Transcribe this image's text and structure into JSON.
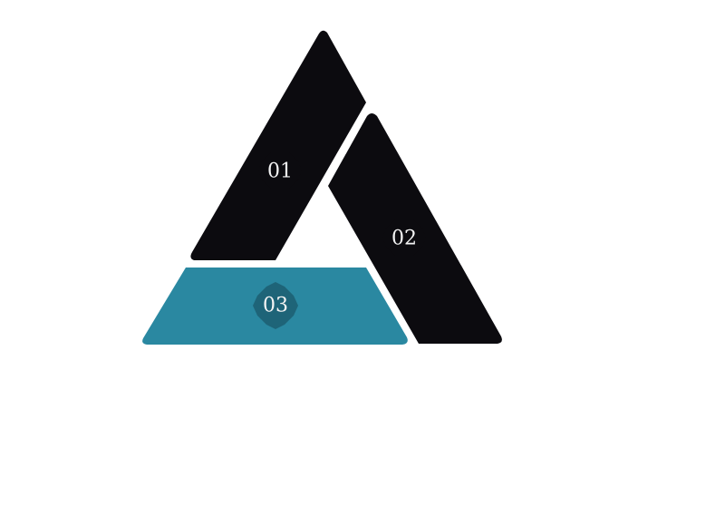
{
  "diagram": {
    "segments": [
      {
        "id": "01",
        "label": "01",
        "fill": "#0c0b0f",
        "badge_fill": "#0c0b0f"
      },
      {
        "id": "02",
        "label": "02",
        "fill": "#0c0b0f",
        "badge_fill": "#0c0b0f"
      },
      {
        "id": "03",
        "label": "03",
        "fill": "#2a88a1",
        "badge_fill": "#1e6478"
      }
    ],
    "label_color": "#f4f4f4",
    "background": "#ffffff"
  }
}
